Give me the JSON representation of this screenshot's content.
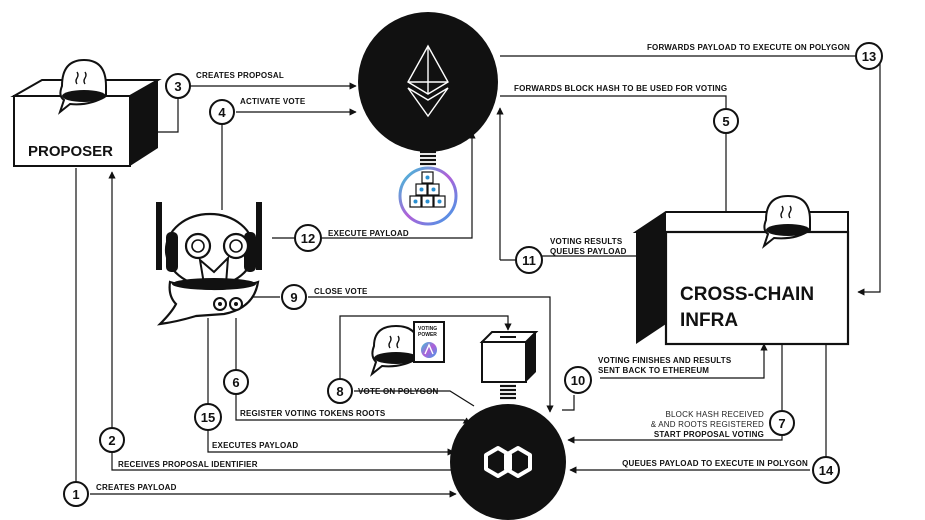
{
  "nodes": {
    "proposer": "PROPOSER",
    "cross_chain_line1": "CROSS-CHAIN",
    "cross_chain_line2": "INFRA",
    "voting_power_line1": "VOTING",
    "voting_power_line2": "POWER"
  },
  "steps": [
    {
      "num": "1",
      "label": "CREATES PAYLOAD"
    },
    {
      "num": "2",
      "label": "RECEIVES PROPOSAL IDENTIFIER"
    },
    {
      "num": "3",
      "label": "CREATES PROPOSAL"
    },
    {
      "num": "4",
      "label": "ACTIVATE VOTE"
    },
    {
      "num": "5",
      "label": "FORWARDS BLOCK HASH TO BE USED FOR VOTING"
    },
    {
      "num": "6",
      "label": "REGISTER VOTING TOKENS ROOTS"
    },
    {
      "num": "7",
      "label_line1": "BLOCK HASH RECEIVED",
      "label_line2": "& AND ROOTS REGISTERED",
      "label_line3": "START PROPOSAL VOTING"
    },
    {
      "num": "8",
      "label": "VOTE ON POLYGON"
    },
    {
      "num": "9",
      "label": "CLOSE VOTE"
    },
    {
      "num": "10",
      "label_line1": "VOTING FINISHES AND RESULTS",
      "label_line2": "SENT BACK TO ETHEREUM"
    },
    {
      "num": "11",
      "label_line1": "VOTING RESULTS",
      "label_line2": "QUEUES PAYLOAD"
    },
    {
      "num": "12",
      "label": "EXECUTE PAYLOAD"
    },
    {
      "num": "13",
      "label": "FORWARDS PAYLOAD TO EXECUTE ON POLYGON"
    },
    {
      "num": "14",
      "label": "QUEUES PAYLOAD TO EXECUTE IN POLYGON"
    },
    {
      "num": "15",
      "label": "EXECUTES PAYLOAD"
    }
  ],
  "icons": {
    "ethereum": "ethereum-logo",
    "polygon": "polygon-logo",
    "aave_blocks": "aave-token-blocks",
    "robot": "robot-executor",
    "ghost": "ghost-mascot"
  }
}
